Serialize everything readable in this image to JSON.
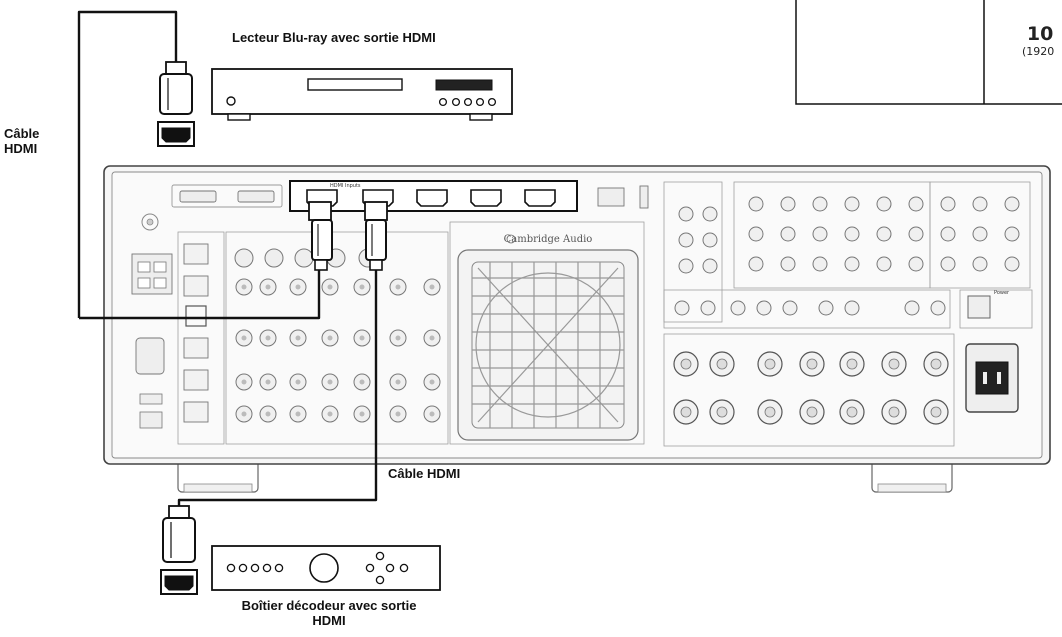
{
  "labels": {
    "bluray": "Lecteur Blu-ray avec sortie HDMI",
    "cable_left_line1": "Câble",
    "cable_left_line2": "HDMI",
    "cable_bottom": "Câble HDMI",
    "decoder_line1": "Boîtier décodeur avec sortie",
    "decoder_line2": "HDMI",
    "tv_resolution_big": "10",
    "tv_resolution_small": "(1920",
    "hdmi_inputs": "HDMI Inputs",
    "brand": "Cambridge Audio",
    "power": "Power"
  },
  "colors": {
    "line": "#111111",
    "panel_stroke": "#555555",
    "panel_fill": "#f4f4f4",
    "light_stroke": "#9a9a9a"
  }
}
